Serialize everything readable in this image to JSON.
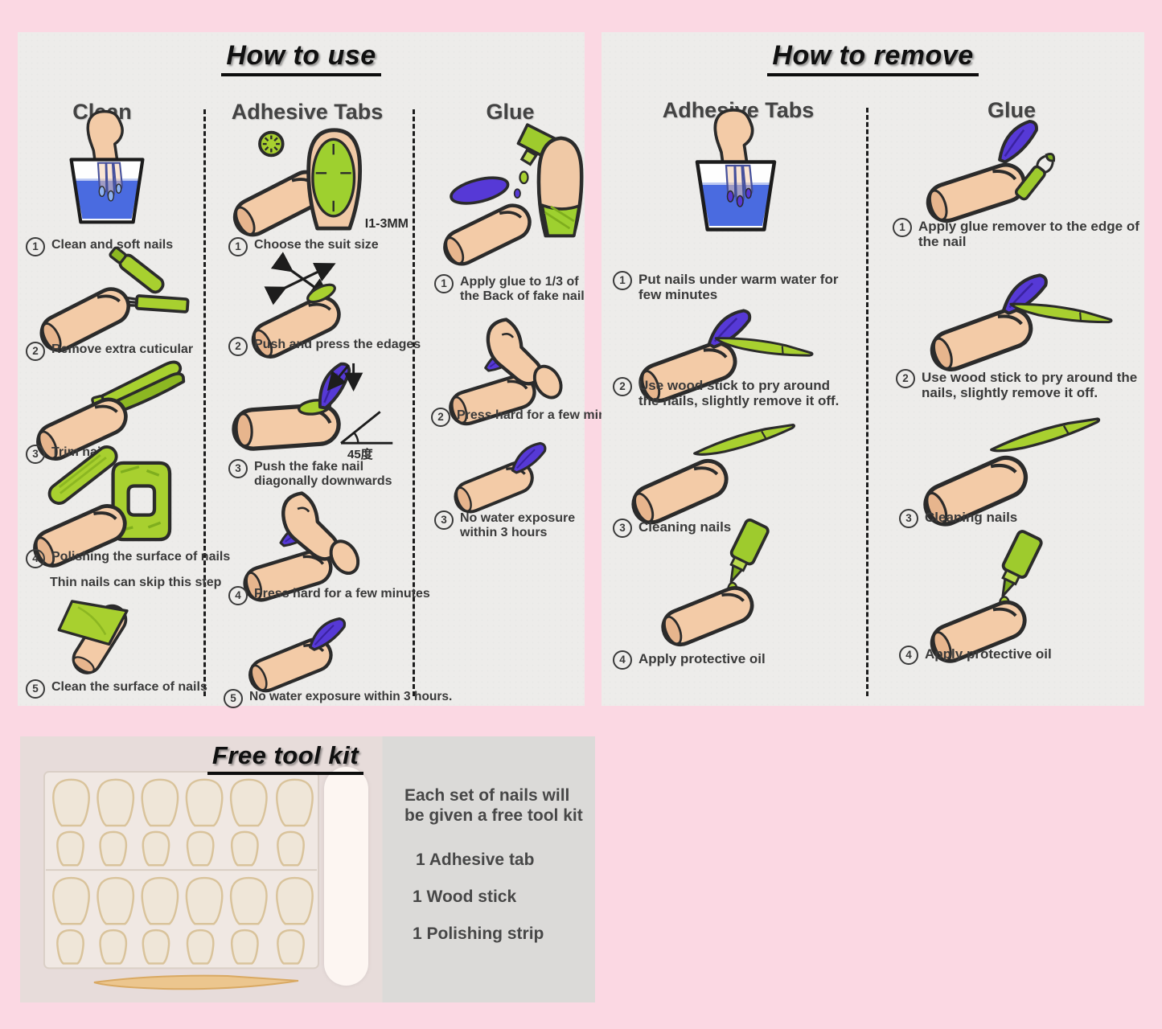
{
  "colors": {
    "background_pink": "#fbd8e3",
    "panel_paper": "#edecea",
    "ink": "#3a3a3a",
    "accent_green": "#a8d02f",
    "water_blue": "#4a6be0",
    "nail_purple": "#5639d6",
    "skin": "#f3cba7"
  },
  "how_to_use": {
    "title": "How to use",
    "columns": [
      {
        "heading": "Clean",
        "steps": [
          {
            "num": "1",
            "text": "Clean and soft nails"
          },
          {
            "num": "2",
            "text": "Remove extra cuticular"
          },
          {
            "num": "3",
            "text": "Trim nails"
          },
          {
            "num": "4",
            "text": "Polishing the surface of nails",
            "note": "Thin nails can skip this step"
          },
          {
            "num": "5",
            "text": "Clean the surface of nails"
          }
        ]
      },
      {
        "heading": "Adhesive Tabs",
        "steps": [
          {
            "num": "1",
            "text": "Choose the suit size",
            "annotation": "I1-3MM"
          },
          {
            "num": "2",
            "text": "Push and press the edages"
          },
          {
            "num": "3",
            "text": "Push the fake nail diagonally downwards",
            "annotation": "45度"
          },
          {
            "num": "4",
            "text": "Press hard for a few minutes"
          },
          {
            "num": "5",
            "text": "No water exposure within 3 hours."
          }
        ]
      },
      {
        "heading": "Glue",
        "steps": [
          {
            "num": "1",
            "text": "Apply glue to 1/3 of the Back of fake nail"
          },
          {
            "num": "2",
            "text": "Press hard for a few minutes"
          },
          {
            "num": "3",
            "text": "No water exposure within 3 hours"
          }
        ]
      }
    ]
  },
  "how_to_remove": {
    "title": "How to remove",
    "columns": [
      {
        "heading": "Adhesive Tabs",
        "steps": [
          {
            "num": "1",
            "text": "Put nails under warm water for few minutes"
          },
          {
            "num": "2",
            "text": "Use wood stick to pry around the nails, slightly remove it off."
          },
          {
            "num": "3",
            "text": "Cleaning nails"
          },
          {
            "num": "4",
            "text": "Apply protective oil"
          }
        ]
      },
      {
        "heading": "Glue",
        "steps": [
          {
            "num": "1",
            "text": "Apply glue remover to the edge of the nail"
          },
          {
            "num": "2",
            "text": "Use wood stick to pry around the nails, slightly remove it off."
          },
          {
            "num": "3",
            "text": "Cleaning nails"
          },
          {
            "num": "4",
            "text": "Apply protective oil"
          }
        ]
      }
    ]
  },
  "free_tool_kit": {
    "title": "Free tool kit",
    "description": "Each set of nails will be given a free tool kit",
    "items": [
      "1 Adhesive tab",
      "1 Wood stick",
      "1 Polishing strip"
    ]
  }
}
